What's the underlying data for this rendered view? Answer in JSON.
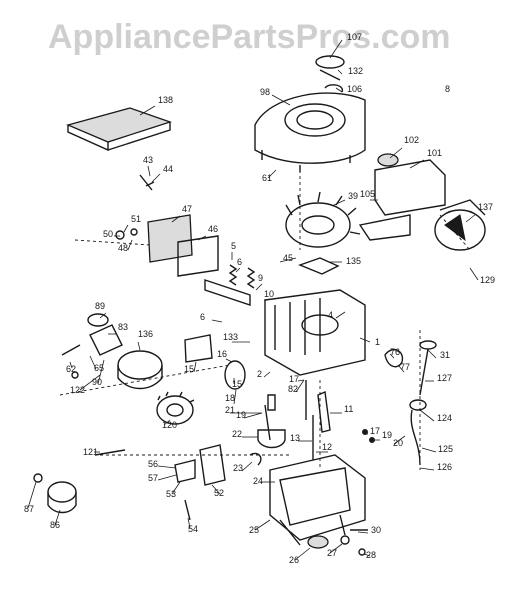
{
  "watermark": "AppliancePartsPros.com",
  "callouts": [
    "107",
    "132",
    "106",
    "8",
    "138",
    "98",
    "61",
    "102",
    "101",
    "105",
    "137",
    "129",
    "43",
    "44",
    "51",
    "47",
    "46",
    "50",
    "48",
    "39",
    "45",
    "135",
    "5",
    "6",
    "9",
    "10",
    "6",
    "4",
    "133",
    "1",
    "89",
    "83",
    "136",
    "62",
    "65",
    "90",
    "122",
    "15",
    "16",
    "15",
    "18",
    "21",
    "19",
    "2",
    "17",
    "82",
    "76",
    "77",
    "31",
    "127",
    "124",
    "11",
    "120",
    "22",
    "13",
    "12",
    "17",
    "19",
    "20",
    "125",
    "126",
    "121",
    "23",
    "56",
    "57",
    "53",
    "52",
    "24",
    "87",
    "86",
    "54",
    "25",
    "30",
    "26",
    "27",
    "28"
  ],
  "colors": {
    "ink": "#1a1a1a",
    "watermark": "#cfcfcf",
    "background": "#ffffff"
  }
}
